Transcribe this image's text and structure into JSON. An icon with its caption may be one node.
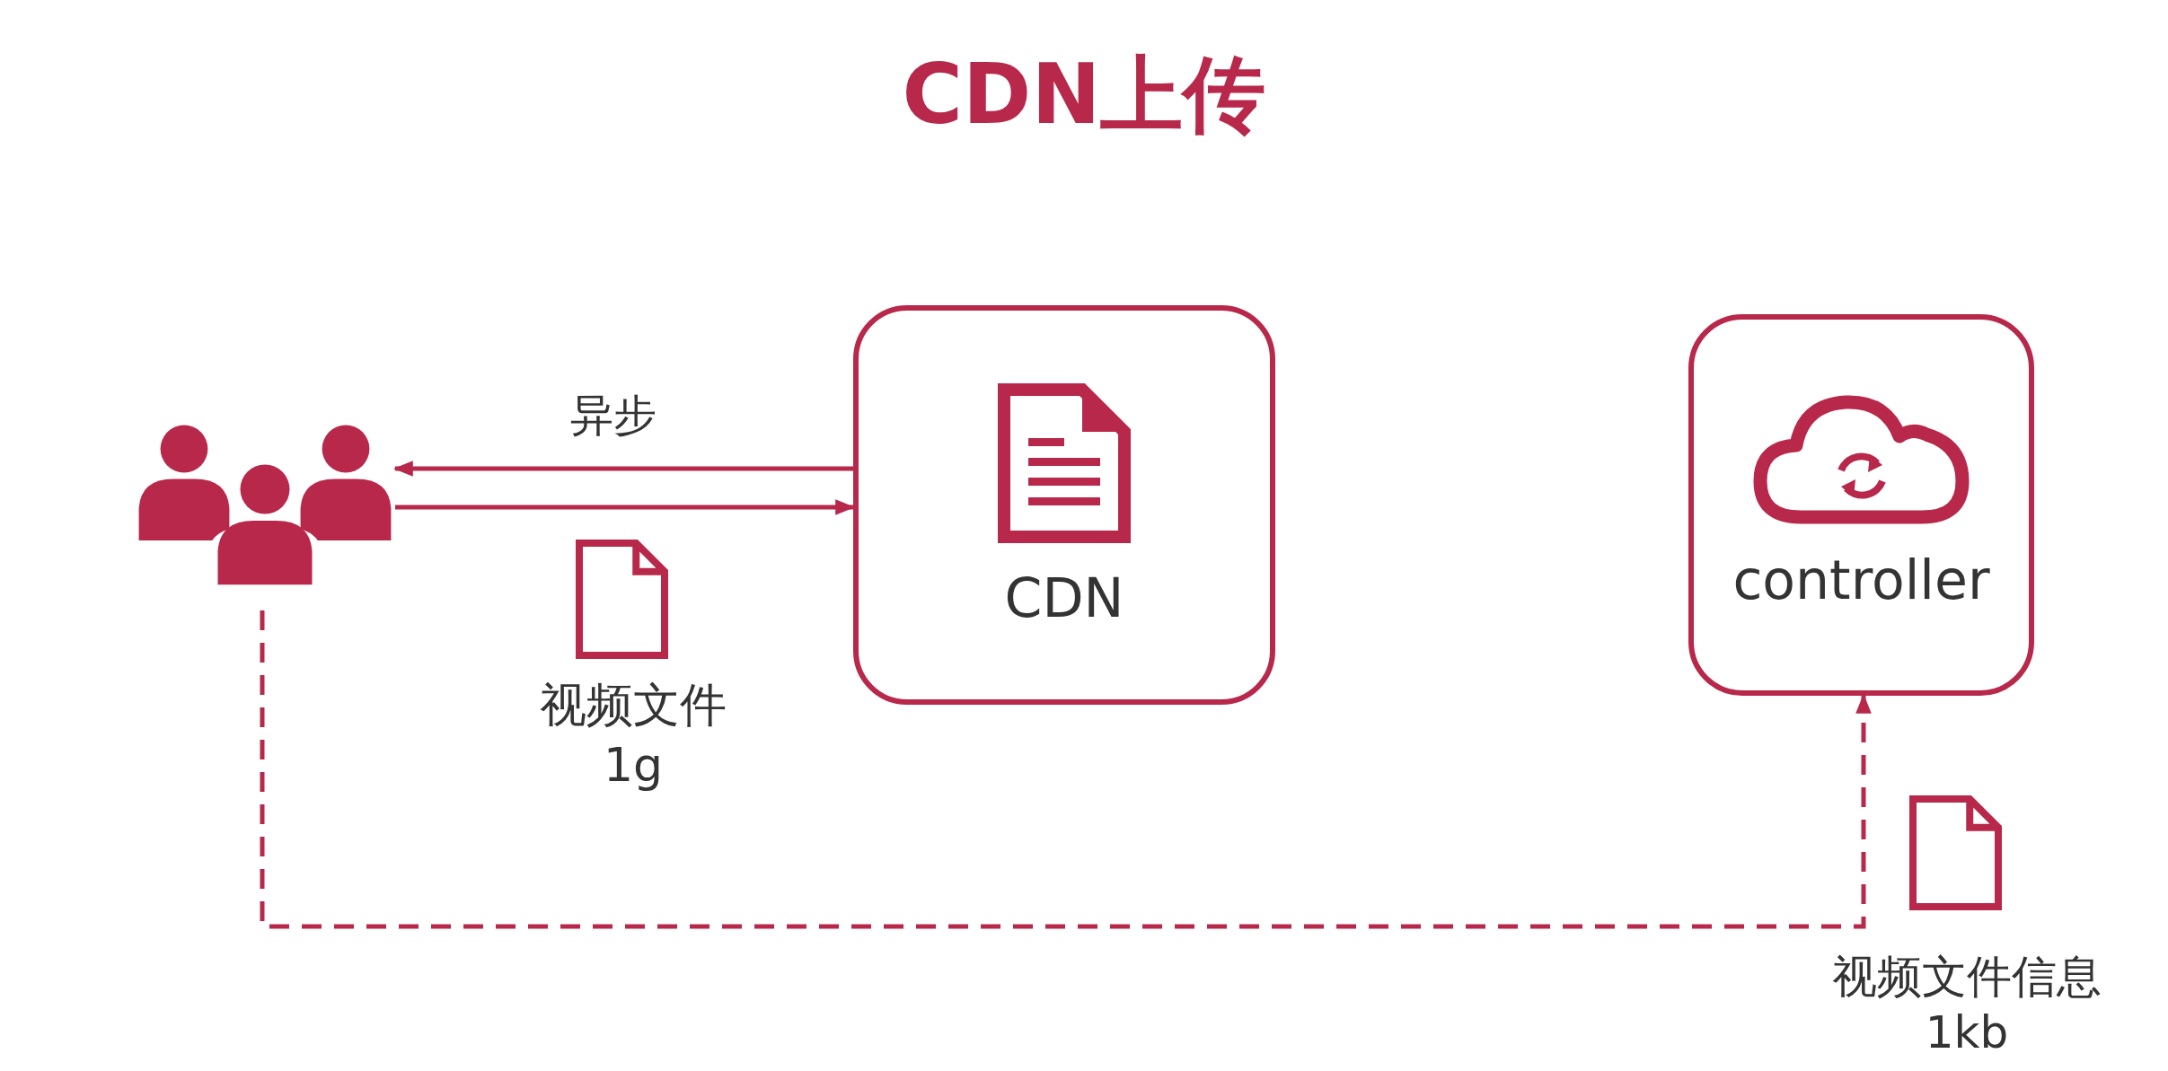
{
  "diagram": {
    "title": "CDN上传",
    "nodes": [
      {
        "text": [],
        "shape": "person"
      },
      {
        "text": [
          "CDN"
        ]
      },
      {
        "text": [
          "controller"
        ]
      }
    ],
    "edges": [
      {
        "from": 1,
        "to": 0,
        "arrow": "to",
        "label": "异步"
      },
      {
        "from": 0,
        "to": 1,
        "arrow": "to"
      },
      {
        "from": 0,
        "to": 2,
        "arrow": "to",
        "style": "dashed"
      }
    ],
    "labels": [
      "视频文件",
      "1g",
      "视频文件信息",
      "1kb"
    ]
  }
}
